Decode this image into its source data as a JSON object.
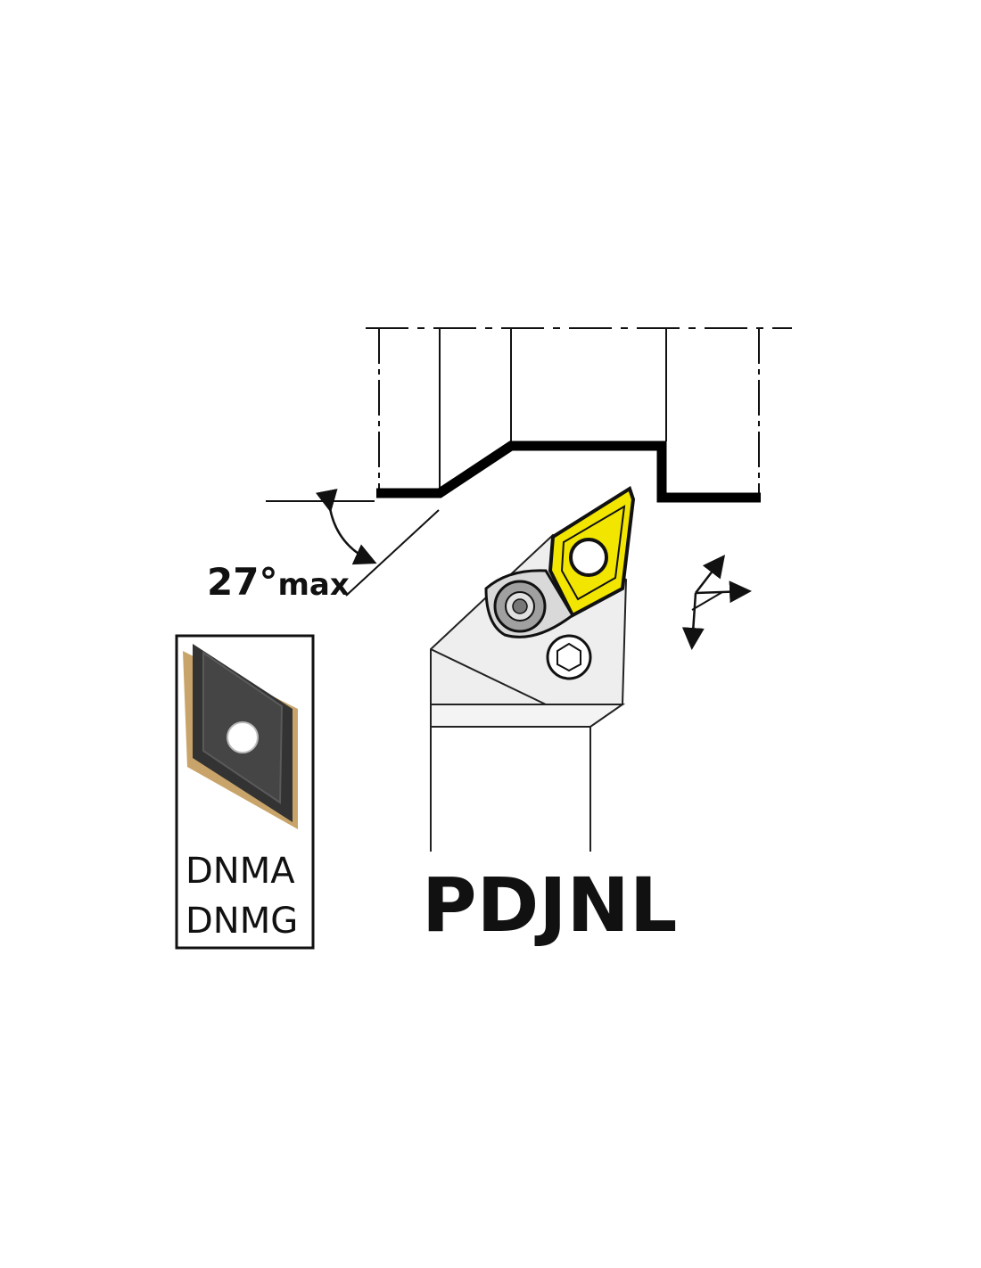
{
  "angle_label": {
    "value": "27°",
    "suffix": "max"
  },
  "insert_types": [
    "DNMA",
    "DNMG"
  ],
  "holder_code": "PDJNL",
  "icons": [
    "workpiece-profile",
    "tool-holder",
    "insert-rhombic-yellow",
    "clamp",
    "hex-screw",
    "feed-direction-arrows",
    "angle-arrow",
    "insert-photo"
  ],
  "colors": {
    "insert": "#f2e600",
    "holder": "#eeeeee",
    "line": "#111111"
  }
}
